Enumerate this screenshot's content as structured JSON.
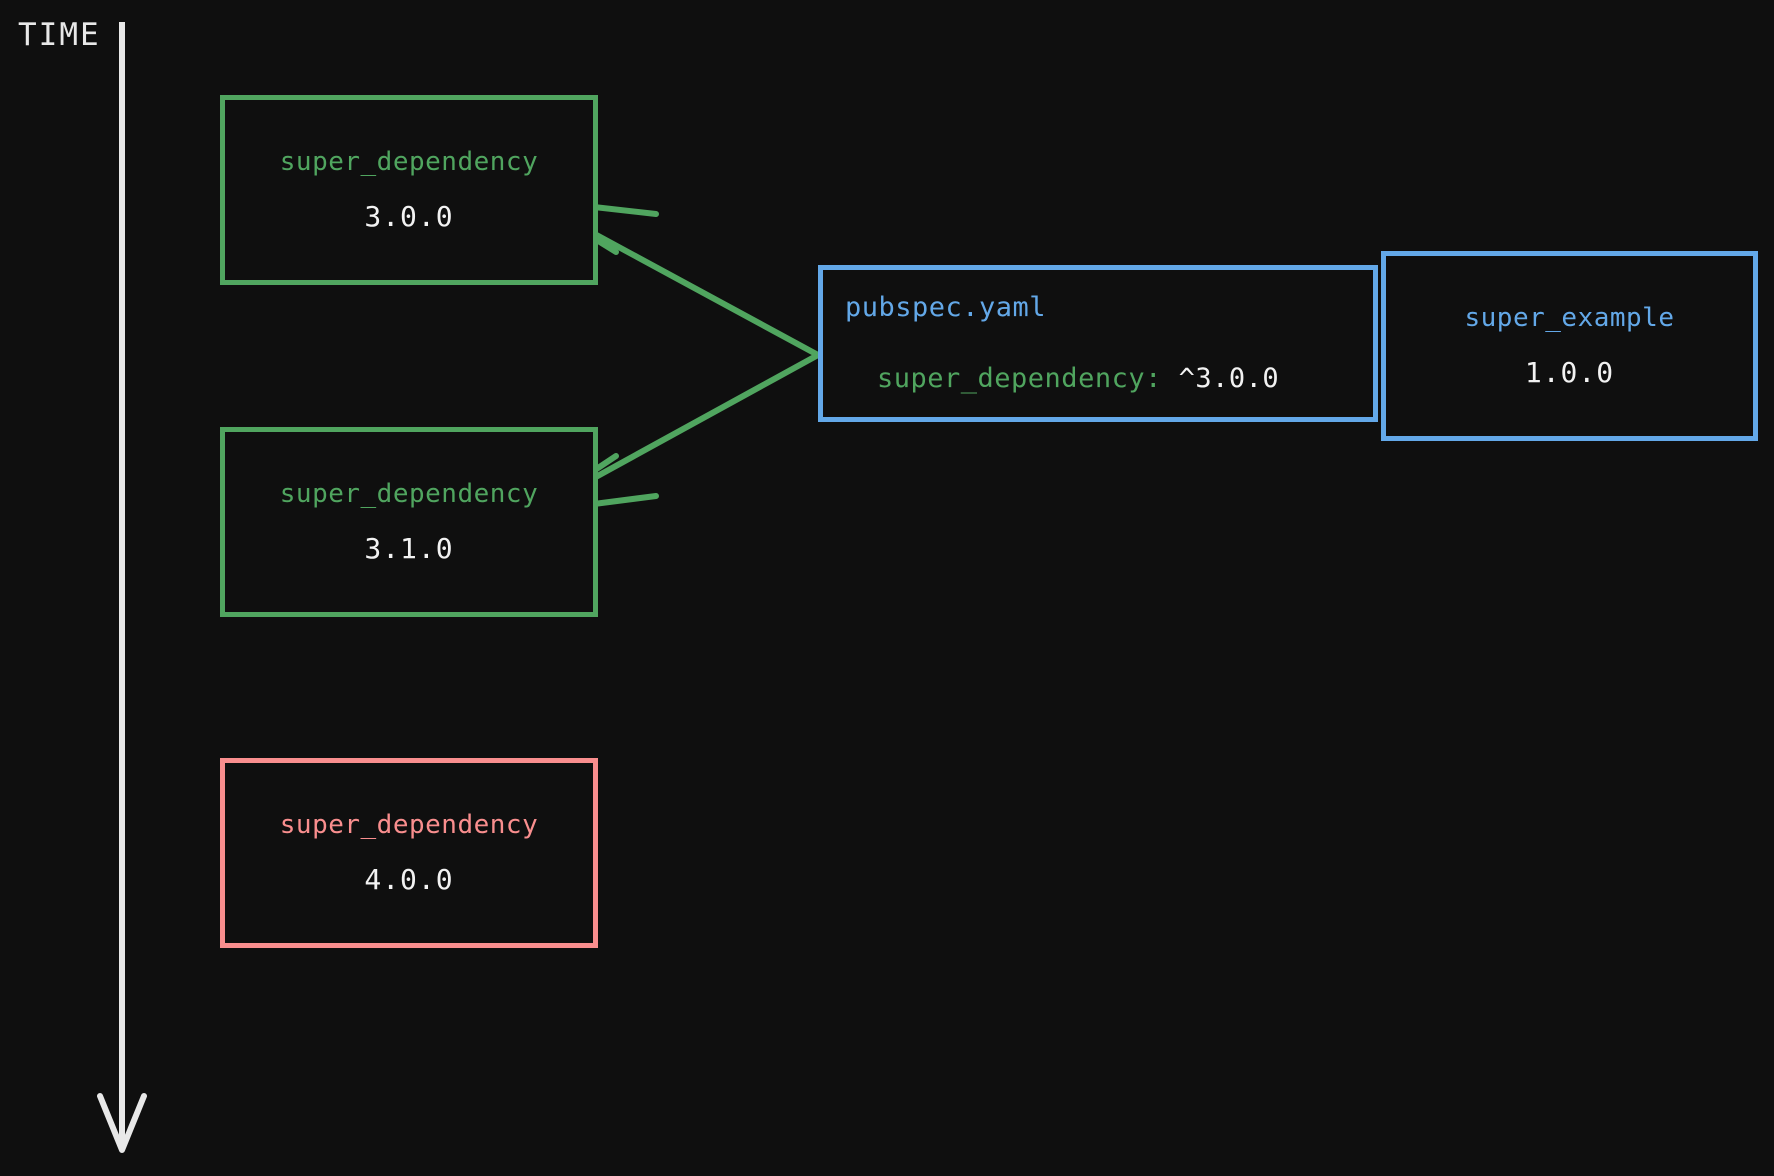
{
  "diagram": {
    "background_color": "#0f0f0f",
    "axis": {
      "label": "TIME",
      "color": "#e8e8e8",
      "direction": "downward"
    },
    "colors": {
      "green": "#50a55f",
      "blue": "#63a8e8",
      "red": "#f98e8e",
      "white": "#f2f2f2"
    },
    "nodes": [
      {
        "id": "dep-300",
        "title": "super_dependency",
        "version": "3.0.0",
        "color": "green",
        "status": "compatible"
      },
      {
        "id": "dep-310",
        "title": "super_dependency",
        "version": "3.1.0",
        "color": "green",
        "status": "compatible"
      },
      {
        "id": "dep-400",
        "title": "super_dependency",
        "version": "4.0.0",
        "color": "red",
        "status": "incompatible"
      },
      {
        "id": "example-100",
        "title": "super_example",
        "version": "1.0.0",
        "color": "blue",
        "status": "consumer"
      }
    ],
    "yaml_box": {
      "filename": "pubspec.yaml",
      "entry_key": "super_dependency:",
      "entry_value": "^3.0.0",
      "color": "blue"
    },
    "edges": [
      {
        "from": "pubspec.yaml",
        "to": "super_dependency 3.0.0",
        "color": "green",
        "arrow": "open"
      },
      {
        "from": "pubspec.yaml",
        "to": "super_dependency 3.1.0",
        "color": "green",
        "arrow": "open"
      }
    ]
  }
}
